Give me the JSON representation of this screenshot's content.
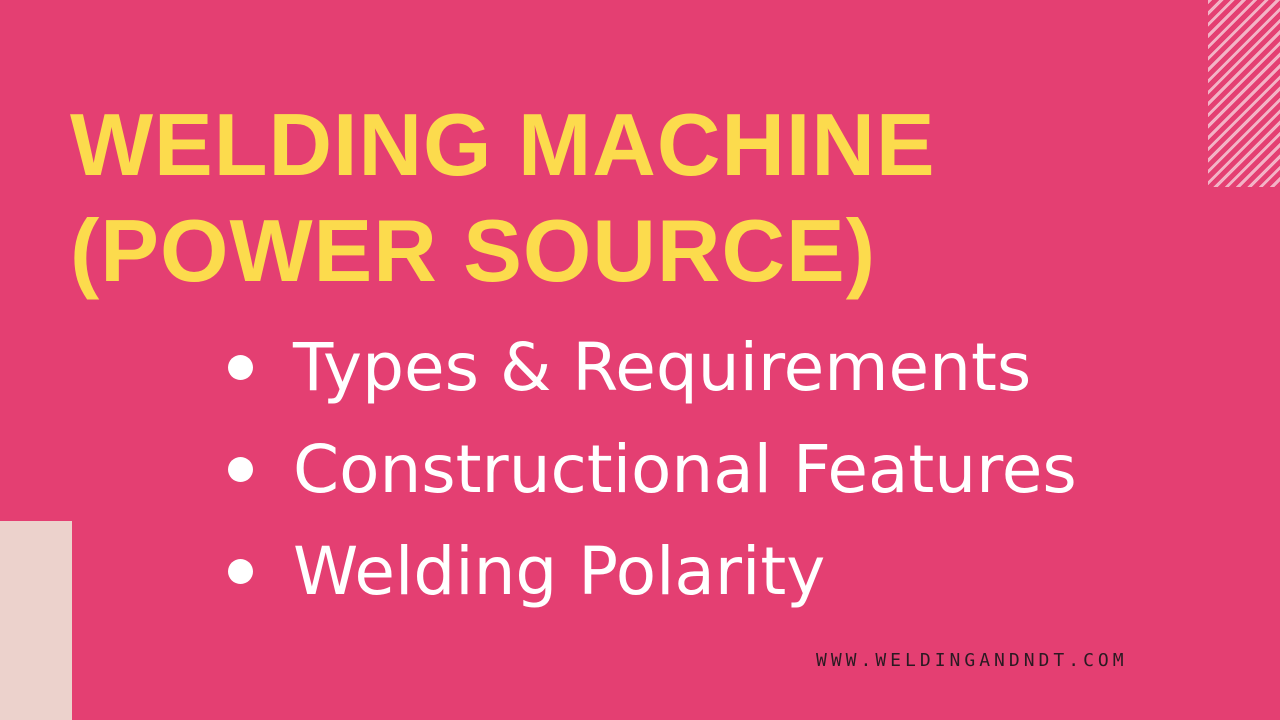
{
  "slide": {
    "title_lines": [
      "WELDING MACHINE",
      "(POWER SOURCE)"
    ],
    "bullets": [
      "Types & Requirements",
      "Constructional Features",
      "Welding Polarity"
    ],
    "website": "WWW.WELDINGANDNDT.COM"
  },
  "colors": {
    "background": "#e43f72",
    "title": "#fcdb4d",
    "bullet_text": "#ffffff",
    "accent_block": "#ecd2cc",
    "stripe": "#f3b3c6",
    "website_text": "#2a1a22"
  }
}
